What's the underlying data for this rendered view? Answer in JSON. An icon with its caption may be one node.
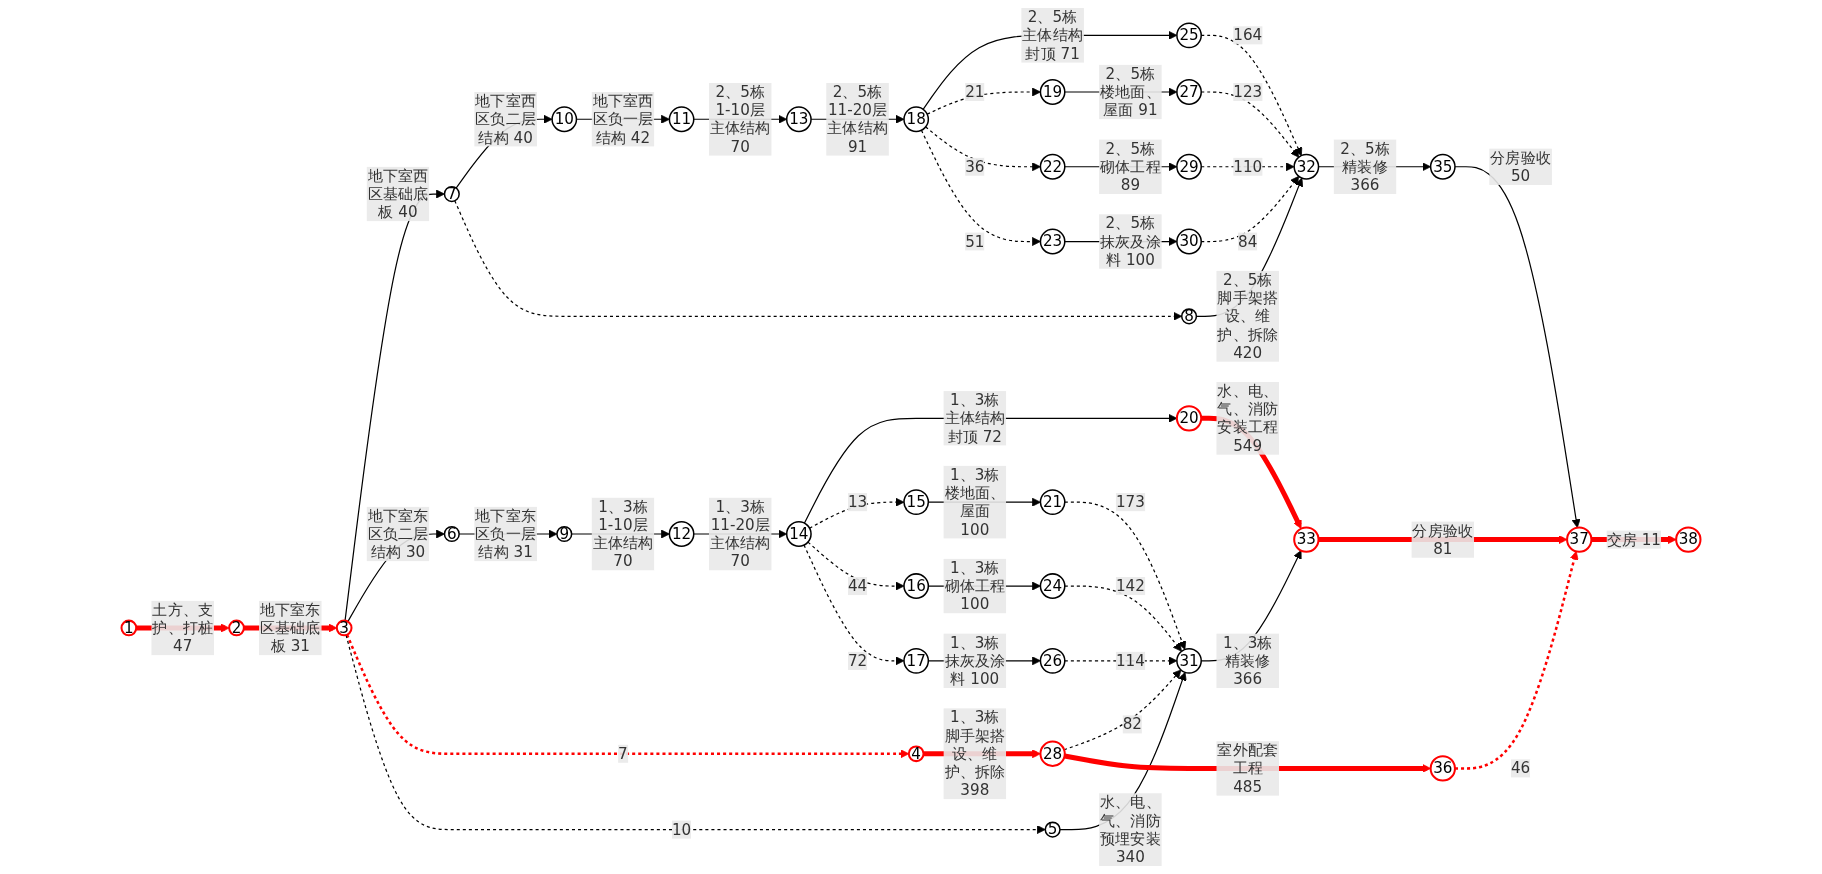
{
  "diagram": {
    "nodes": [
      {
        "text": [
          "1"
        ]
      },
      {
        "text": [
          "2"
        ]
      },
      {
        "text": [
          "3"
        ]
      },
      {
        "text": [
          "4"
        ]
      },
      {
        "text": [
          "5"
        ]
      },
      {
        "text": [
          "6"
        ]
      },
      {
        "text": [
          "7"
        ]
      },
      {
        "text": [
          "8"
        ]
      },
      {
        "text": [
          "9"
        ]
      },
      {
        "text": [
          "10"
        ]
      },
      {
        "text": [
          "11"
        ]
      },
      {
        "text": [
          "12"
        ]
      },
      {
        "text": [
          "13"
        ]
      },
      {
        "text": [
          "14"
        ]
      },
      {
        "text": [
          "15"
        ]
      },
      {
        "text": [
          "16"
        ]
      },
      {
        "text": [
          "17"
        ]
      },
      {
        "text": [
          "18"
        ]
      },
      {
        "text": [
          "19"
        ]
      },
      {
        "text": [
          "20"
        ]
      },
      {
        "text": [
          "21"
        ]
      },
      {
        "text": [
          "22"
        ]
      },
      {
        "text": [
          "23"
        ]
      },
      {
        "text": [
          "24"
        ]
      },
      {
        "text": [
          "25"
        ]
      },
      {
        "text": [
          "26"
        ]
      },
      {
        "text": [
          "27"
        ]
      },
      {
        "text": [
          "28"
        ]
      },
      {
        "text": [
          "29"
        ]
      },
      {
        "text": [
          "30"
        ]
      },
      {
        "text": [
          "31"
        ]
      },
      {
        "text": [
          "32"
        ]
      },
      {
        "text": [
          "33"
        ]
      },
      {
        "text": [
          "35"
        ]
      },
      {
        "text": [
          "36"
        ]
      },
      {
        "text": [
          "37"
        ]
      },
      {
        "text": [
          "38"
        ]
      }
    ],
    "edges": [
      {
        "from": 0,
        "to": 1,
        "arrow": "to",
        "label": "土方、支护、打桩 47",
        "style": "thick",
        "color": "#ff0000"
      },
      {
        "from": 1,
        "to": 2,
        "arrow": "to",
        "label": "地下室东区基础底板 31",
        "style": "thick",
        "color": "#ff0000"
      },
      {
        "from": 2,
        "to": 6,
        "arrow": "to",
        "label": "地下室西区基础底板 40"
      },
      {
        "from": 6,
        "to": 9,
        "arrow": "to",
        "label": "地下室西区负二层结构 40"
      },
      {
        "from": 9,
        "to": 10,
        "arrow": "to",
        "label": "地下室西区负一层结构 42"
      },
      {
        "from": 10,
        "to": 12,
        "arrow": "to",
        "label": "2、5栋1-10层主体结构 70"
      },
      {
        "from": 12,
        "to": 17,
        "arrow": "to",
        "label": "2、5栋11-20层主体结构 91"
      },
      {
        "from": 17,
        "to": 24,
        "arrow": "to",
        "label": "2、5栋主体结构封顶 71"
      },
      {
        "from": 24,
        "to": 31,
        "arrow": "to",
        "label": "164",
        "style": "dashed"
      },
      {
        "from": 17,
        "to": 18,
        "arrow": "to",
        "label": "21",
        "style": "dashed"
      },
      {
        "from": 18,
        "to": 26,
        "arrow": "to",
        "label": "2、5栋楼地面、屋面 91"
      },
      {
        "from": 26,
        "to": 31,
        "arrow": "to",
        "label": "123",
        "style": "dashed"
      },
      {
        "from": 17,
        "to": 21,
        "arrow": "to",
        "label": "36",
        "style": "dashed"
      },
      {
        "from": 21,
        "to": 28,
        "arrow": "to",
        "label": "2、5栋砌体工程 89"
      },
      {
        "from": 28,
        "to": 31,
        "arrow": "to",
        "label": "110",
        "style": "dashed"
      },
      {
        "from": 17,
        "to": 22,
        "arrow": "to",
        "label": "51",
        "style": "dashed"
      },
      {
        "from": 22,
        "to": 29,
        "arrow": "to",
        "label": "2、5栋抹灰及涂料 100"
      },
      {
        "from": 29,
        "to": 31,
        "arrow": "to",
        "label": "84",
        "style": "dashed"
      },
      {
        "from": 31,
        "to": 33,
        "arrow": "to",
        "label": "2、5栋精装修 366"
      },
      {
        "from": 33,
        "to": 35,
        "arrow": "to",
        "label": "分房验收 50"
      },
      {
        "from": 35,
        "to": 36,
        "arrow": "to",
        "label": "交房 11",
        "style": "thick",
        "color": "#ff0000"
      },
      {
        "from": 2,
        "to": 5,
        "arrow": "to",
        "label": "地下室东区负二层结构 30"
      },
      {
        "from": 5,
        "to": 8,
        "arrow": "to",
        "label": "地下室东区负一层结构 31"
      },
      {
        "from": 8,
        "to": 11,
        "arrow": "to",
        "label": "1、3栋1-10层主体结构 70"
      },
      {
        "from": 11,
        "to": 13,
        "arrow": "to",
        "label": "1、3栋11-20层主体结构 70"
      },
      {
        "from": 13,
        "to": 19,
        "arrow": "to",
        "label": "1、3栋主体结构封顶 72"
      },
      {
        "from": 6,
        "to": 7,
        "arrow": "to",
        "style": "dashed"
      },
      {
        "from": 7,
        "to": 31,
        "arrow": "to",
        "label": "2、5栋脚手架搭设、维护、拆除 420"
      },
      {
        "from": 13,
        "to": 14,
        "arrow": "to",
        "label": "13",
        "style": "dashed"
      },
      {
        "from": 14,
        "to": 20,
        "arrow": "to",
        "label": "1、3栋楼地面、屋面 100"
      },
      {
        "from": 20,
        "to": 30,
        "arrow": "to",
        "label": "173",
        "style": "dashed"
      },
      {
        "from": 13,
        "to": 15,
        "arrow": "to",
        "label": "44",
        "style": "dashed"
      },
      {
        "from": 15,
        "to": 23,
        "arrow": "to",
        "label": "1、3栋砌体工程 100"
      },
      {
        "from": 23,
        "to": 30,
        "arrow": "to",
        "label": "142",
        "style": "dashed"
      },
      {
        "from": 13,
        "to": 16,
        "arrow": "to",
        "label": "72",
        "style": "dashed"
      },
      {
        "from": 16,
        "to": 25,
        "arrow": "to",
        "label": "1、3栋抹灰及涂料 100"
      },
      {
        "from": 25,
        "to": 30,
        "arrow": "to",
        "label": "114",
        "style": "dashed"
      },
      {
        "from": 2,
        "to": 3,
        "arrow": "to",
        "label": "7",
        "style": "dashed",
        "color": "#ff0000"
      },
      {
        "from": 2,
        "to": 4,
        "arrow": "to",
        "label": "10",
        "style": "dashed"
      },
      {
        "from": 3,
        "to": 27,
        "arrow": "to",
        "label": "1、3栋脚手架搭设、维护、拆除 398",
        "style": "thick",
        "color": "#ff0000"
      },
      {
        "from": 27,
        "to": 30,
        "arrow": "to",
        "label": "82",
        "style": "dashed"
      },
      {
        "from": 4,
        "to": 30,
        "arrow": "to",
        "label": "水、电、气、消防预埋安装 340"
      },
      {
        "from": 30,
        "to": 32,
        "arrow": "to",
        "label": "1、3栋精装修 366"
      },
      {
        "from": 19,
        "to": 32,
        "arrow": "to",
        "label": "水、电、气、消防安装工程 549",
        "style": "thick",
        "color": "#ff0000"
      },
      {
        "from": 32,
        "to": 35,
        "arrow": "to",
        "label": "分房验收 81",
        "style": "thick",
        "color": "#ff0000"
      },
      {
        "from": 27,
        "to": 34,
        "arrow": "to",
        "label": "室外配套工程 485",
        "style": "thick",
        "color": "#ff0000"
      },
      {
        "from": 34,
        "to": 35,
        "arrow": "to",
        "label": "46",
        "style": "dashed",
        "color": "#ff0000"
      }
    ]
  }
}
